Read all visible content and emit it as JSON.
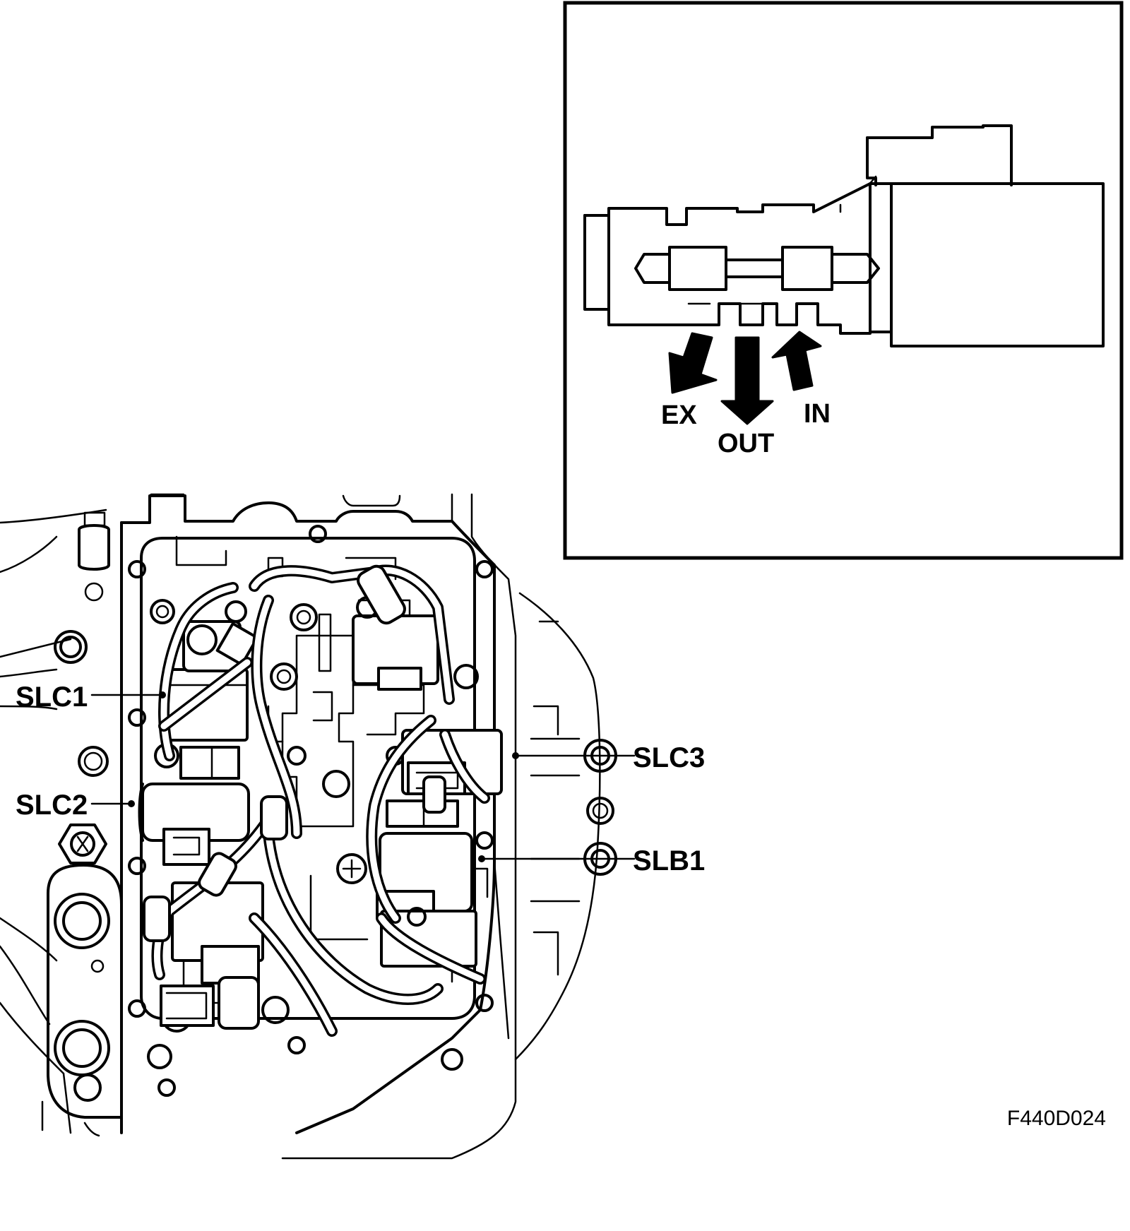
{
  "inset": {
    "flow_labels": {
      "ex": "EX",
      "out": "OUT",
      "in": "IN"
    }
  },
  "callouts": {
    "slc1": "SLC1",
    "slc2": "SLC2",
    "slc3": "SLC3",
    "slb1": "SLB1"
  },
  "figure_id": "F440D024"
}
